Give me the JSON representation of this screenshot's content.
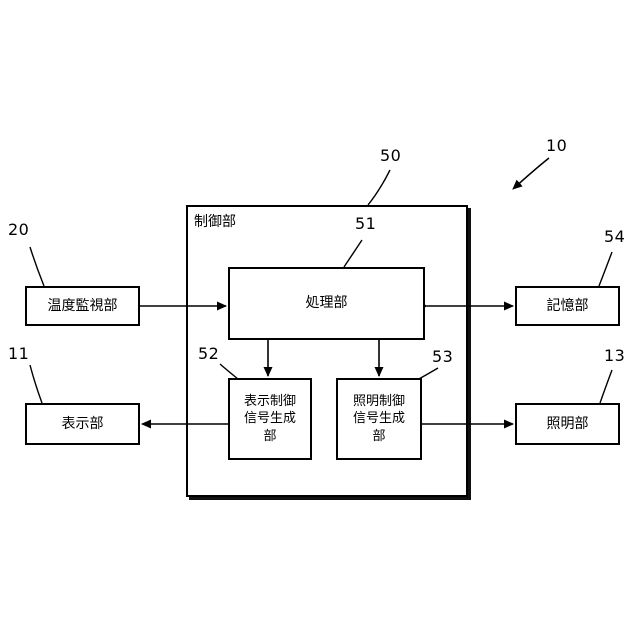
{
  "figure": {
    "system_ref": "10",
    "controller": {
      "label": "制御部",
      "ref": "50"
    },
    "processing": {
      "label": "処理部",
      "ref": "51"
    },
    "display_signal_gen": {
      "label": "表示制御\n信号生成\n部",
      "ref": "52"
    },
    "illumination_signal_gen": {
      "label": "照明制御\n信号生成\n部",
      "ref": "53"
    },
    "temperature_monitor": {
      "label": "温度監視部",
      "ref": "20"
    },
    "display_unit": {
      "label": "表示部",
      "ref": "11"
    },
    "storage_unit": {
      "label": "記憶部",
      "ref": "54"
    },
    "illumination_unit": {
      "label": "照明部",
      "ref": "13"
    }
  }
}
